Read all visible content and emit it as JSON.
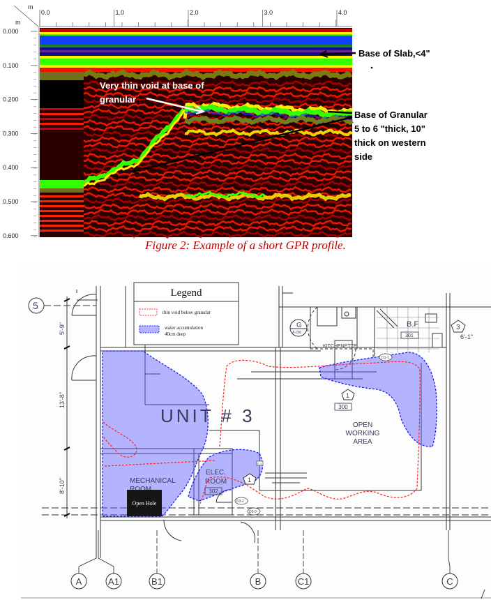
{
  "gpr": {
    "x_unit": "m",
    "y_unit": "m",
    "x_ticks": [
      "0.0",
      "1.0",
      "2.0",
      "3.0",
      "4.0"
    ],
    "y_ticks": [
      "0.000",
      "0.100",
      "0.200",
      "0.300",
      "0.400",
      "0.500",
      "0.600"
    ],
    "annotations": {
      "slab": "Base of Slab,<4\"",
      "void_line1": "Very thin void at base of",
      "void_line2": "granular",
      "granular_line1": "Base of Granular",
      "granular_line2": "5 to 6 \"thick, 10\"",
      "granular_line3": "thick on western",
      "granular_line4": "side"
    },
    "colors": {
      "slab_band": "#0040ff",
      "green": "#33ff00",
      "red": "#ff1a00",
      "yellow": "#ffff00"
    }
  },
  "caption": "Figure 2: Example of a short GPR profile.",
  "plan": {
    "legend": {
      "title": "Legend",
      "items": [
        {
          "label": "thin void below granular",
          "color": "#ff3333"
        },
        {
          "label_line1": "water accumulation",
          "label_line2": "40cm deep",
          "color": "#3333ff"
        }
      ]
    },
    "unit_label": "UNIT # 3",
    "rooms": {
      "open1": "OPEN",
      "open2": "WORKING",
      "open3": "AREA",
      "open_num": "300",
      "mech1": "MECHANICAL",
      "mech2": "ROOM",
      "elec1": "ELEC.",
      "elec2": "ROOM",
      "elec_num": "302",
      "kitchen": "KITCHENETTE",
      "bf": "B.F",
      "bf_num": "301"
    },
    "open_hole": "Open Hole",
    "dimensions": [
      "5'-9\"",
      "13'-8\"",
      "8'-10\"",
      "6'-1\""
    ],
    "grid_columns": [
      "A",
      "A1",
      "B1",
      "B",
      "C1",
      "C"
    ],
    "grid_row": "5",
    "tags": {
      "g": "G",
      "g_sub": "A-200",
      "p3": "3",
      "p1a": "1",
      "p1b": "1",
      "d1": "D3-2",
      "d2": "D3-0",
      "d3": "D1-1",
      "pj": "P-1"
    }
  }
}
